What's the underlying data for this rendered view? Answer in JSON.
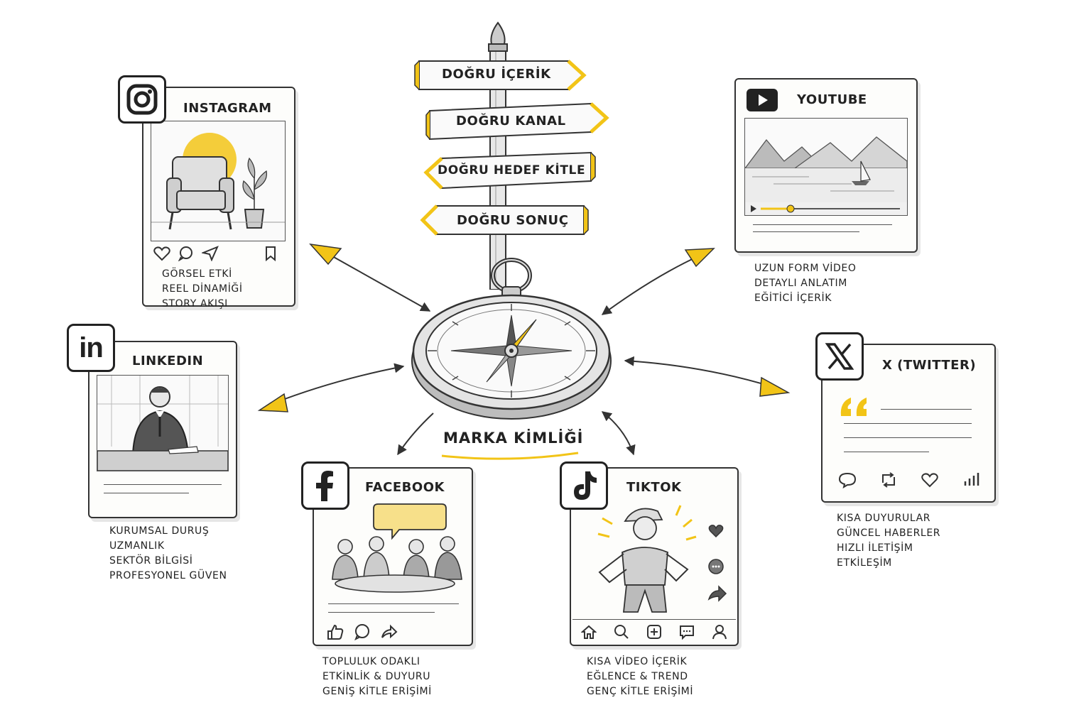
{
  "signpost": {
    "signs": [
      "DOĞRU İÇERİK",
      "DOĞRU KANAL",
      "DOĞRU HEDEF KİTLE",
      "DOĞRU SONUÇ"
    ]
  },
  "center": {
    "label": "MARKA KİMLİĞİ"
  },
  "platforms": {
    "instagram": {
      "title": "INSTAGRAM",
      "features": [
        "GÖRSEL ETKİ",
        "REEL DİNAMİĞİ",
        "STORY AKIŞI"
      ]
    },
    "youtube": {
      "title": "YOUTUBE",
      "features": [
        "UZUN FORM VİDEO",
        "DETAYLI ANLATIM",
        "EĞİTİCİ İÇERİK"
      ]
    },
    "linkedin": {
      "title": "LINKEDIN",
      "features": [
        "KURUMSAL DURUŞ",
        "UZMANLIK",
        "SEKTÖR BİLGİSİ",
        "PROFESYONEL GÜVEN"
      ]
    },
    "twitter": {
      "title": "X (TWITTER)",
      "features": [
        "KISA DUYURULAR",
        "GÜNCEL HABERLER",
        "HIZLI İLETİŞİM",
        "ETKİLEŞİM"
      ]
    },
    "facebook": {
      "title": "FACEBOOK",
      "features": [
        "TOPLULUK ODAKLI",
        "ETKİNLİK & DUYURU",
        "GENİŞ KİTLE ERİŞİMİ"
      ]
    },
    "tiktok": {
      "title": "TIKTOK",
      "features": [
        "KISA VİDEO İÇERİK",
        "EĞLENCE & TREND",
        "GENÇ KİTLE ERİŞİMİ"
      ]
    }
  },
  "colors": {
    "accent": "#f2c417",
    "ink": "#222222",
    "pencil": "#555555"
  },
  "icons": {
    "instagram": "instagram-logo-icon",
    "youtube": "youtube-logo-icon",
    "linkedin": "linkedin-logo-icon",
    "twitter": "x-logo-icon",
    "facebook": "facebook-logo-icon",
    "tiktok": "tiktok-logo-icon",
    "compass": "compass-icon"
  }
}
